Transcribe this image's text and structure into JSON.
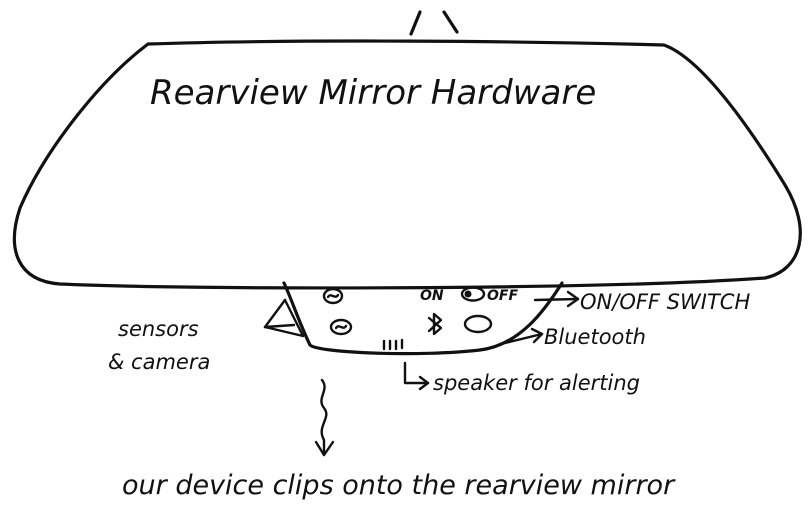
{
  "diagram": {
    "title": "Rearview Mirror Hardware",
    "labels": {
      "on_off_inline": "ON",
      "off_inline": "OFF",
      "on_off_switch": "ON/OFF SWITCH",
      "bluetooth": "Bluetooth",
      "sensors_line1": "sensors",
      "sensors_line2": "& camera",
      "speaker": "speaker for alerting",
      "caption": "our device clips onto the rearview mirror"
    },
    "icons": [
      "sensor-icon",
      "camera-icon",
      "bluetooth-icon",
      "button-icon",
      "switch-icon",
      "speaker-grille-icon"
    ]
  }
}
